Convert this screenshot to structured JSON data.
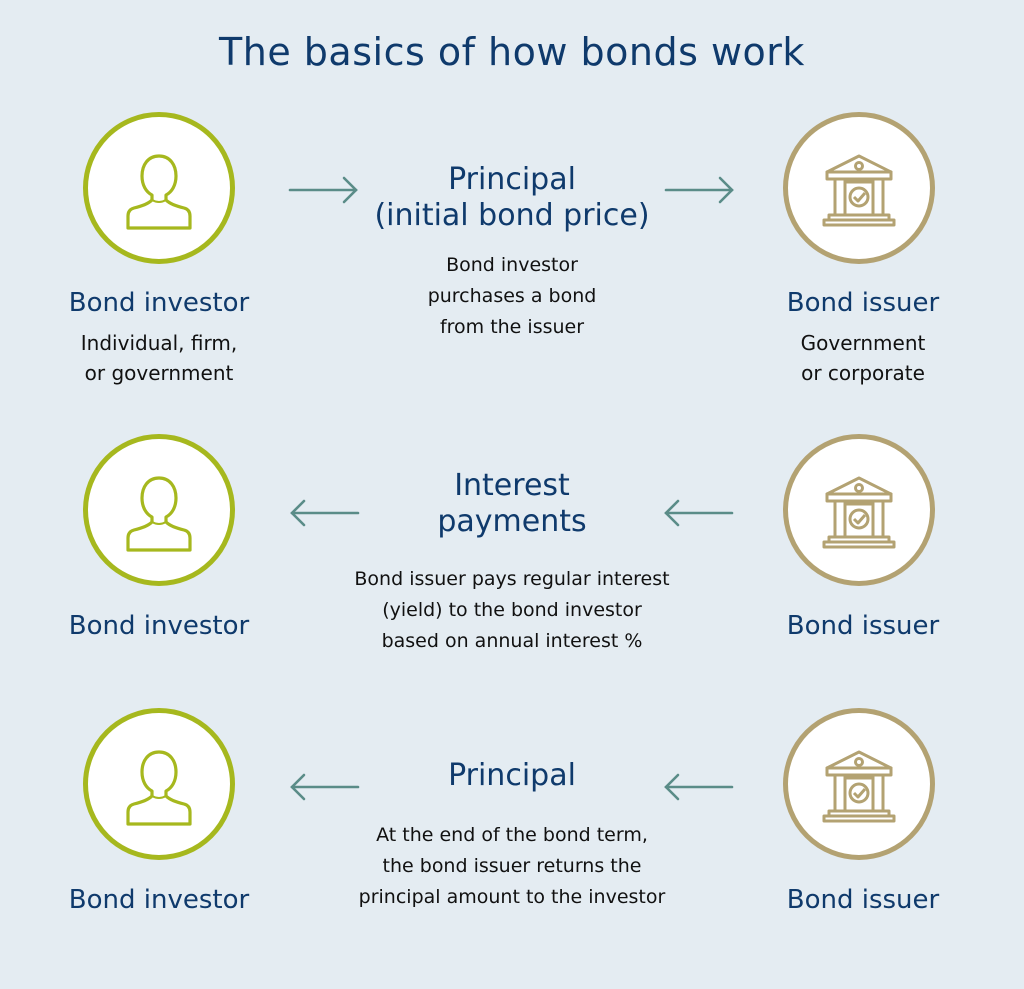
{
  "title": "The basics of how bonds work",
  "colors": {
    "background": "#e4ecf2",
    "heading": "#0f3a6c",
    "investor_ring": "#a6b81e",
    "issuer_ring": "#b3a272",
    "arrow": "#5a8c88"
  },
  "rows": [
    {
      "investor": {
        "label": "Bond investor",
        "sub": [
          "Individual, firm,",
          "or government"
        ],
        "icon": "person-icon"
      },
      "flow": {
        "direction": "investor-to-issuer",
        "heading": [
          "Principal",
          "(initial bond price)"
        ],
        "body": [
          "Bond investor",
          "purchases a bond",
          "from the issuer"
        ]
      },
      "issuer": {
        "label": "Bond issuer",
        "sub": [
          "Government",
          "or corporate"
        ],
        "icon": "bank-building-icon"
      }
    },
    {
      "investor": {
        "label": "Bond investor",
        "icon": "person-icon"
      },
      "flow": {
        "direction": "issuer-to-investor",
        "heading": [
          "Interest",
          "payments"
        ],
        "body": [
          "Bond issuer pays regular interest",
          "(yield) to the bond investor",
          "based on annual interest %"
        ]
      },
      "issuer": {
        "label": "Bond issuer",
        "icon": "bank-building-icon"
      }
    },
    {
      "investor": {
        "label": "Bond investor",
        "icon": "person-icon"
      },
      "flow": {
        "direction": "issuer-to-investor",
        "heading": [
          "Principal"
        ],
        "body": [
          "At the end of the bond term,",
          "the bond issuer returns the",
          "principal amount to the investor"
        ]
      },
      "issuer": {
        "label": "Bond issuer",
        "icon": "bank-building-icon"
      }
    }
  ]
}
